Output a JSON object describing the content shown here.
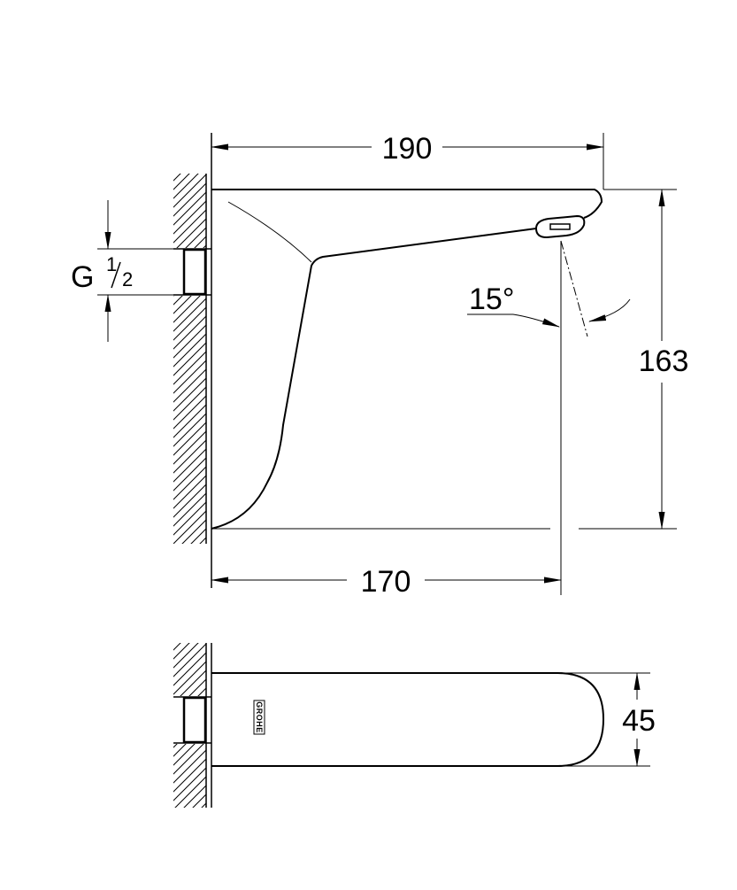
{
  "dimensions": {
    "overall_length": "190",
    "outlet_reach": "170",
    "height": "163",
    "width": "45",
    "spray_angle": "15°"
  },
  "connection": {
    "thread_letter": "G",
    "fraction_numerator": "1",
    "fraction_denominator": "2"
  },
  "brand_logo": "GROHE"
}
